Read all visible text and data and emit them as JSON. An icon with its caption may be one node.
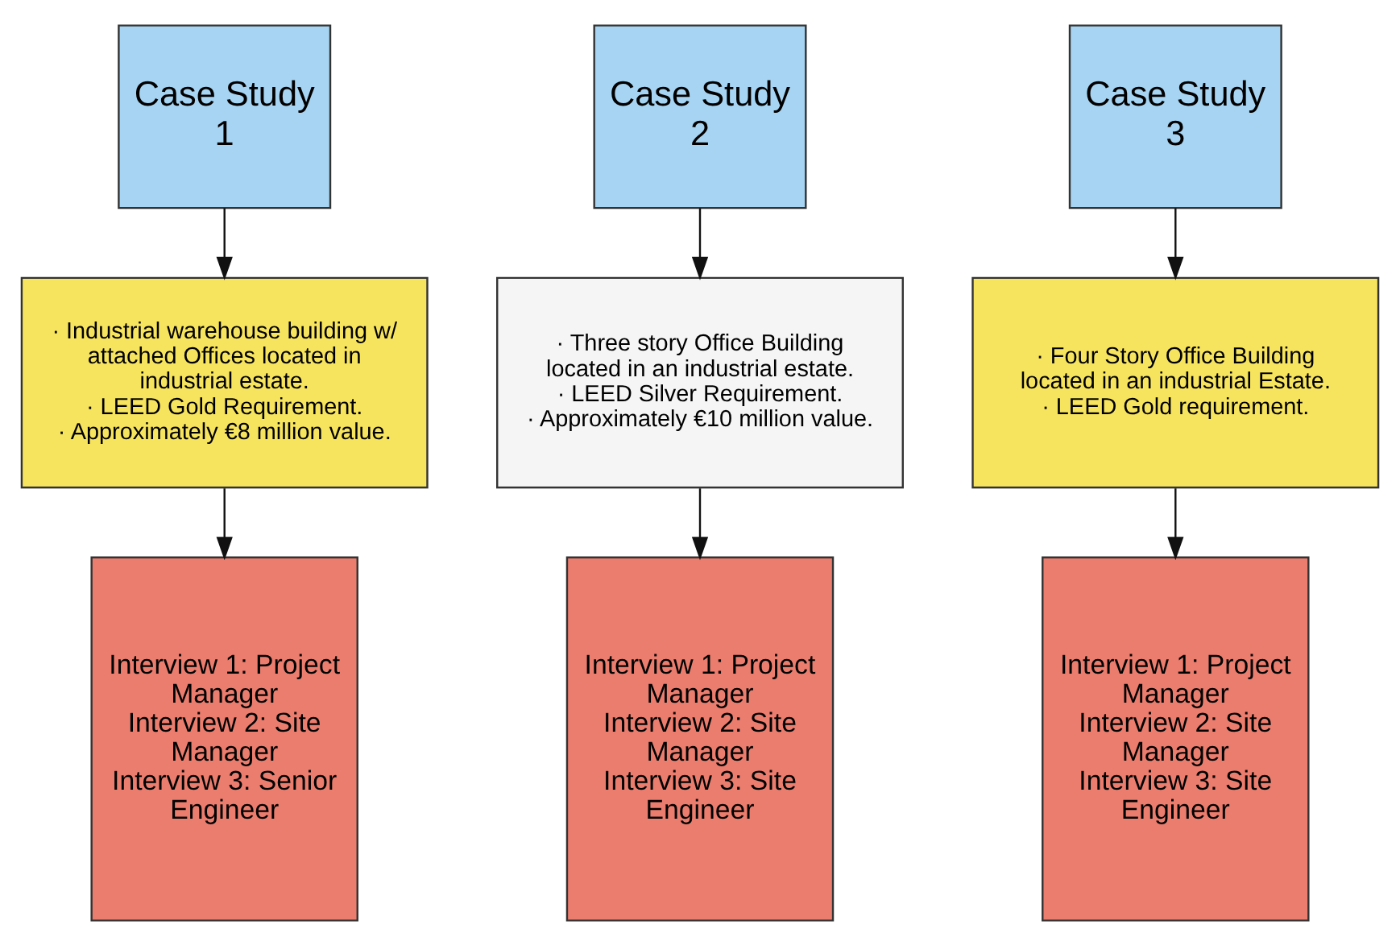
{
  "diagram": {
    "nodes": [
      {
        "text": [
          "Case Study 1"
        ]
      },
      {
        "text": [
          "Case Study 2"
        ]
      },
      {
        "text": [
          "Case Study 3"
        ]
      },
      {
        "text": [
          "· Industrial warehouse building w/ attached Offices located in industrial estate.",
          "· LEED Gold Requirement.",
          "· Approximately €8 million value."
        ]
      },
      {
        "text": [
          "· Three story Office Building located in an industrial estate.",
          "· LEED Silver Requirement.",
          "· Approximately €10 million value."
        ]
      },
      {
        "text": [
          "· Four Story Office Building located in an industrial Estate.",
          "· LEED Gold requirement."
        ]
      },
      {
        "text": [
          "Interview 1: Project Manager",
          "Interview 2: Site Manager",
          "Interview 3: Senior Engineer"
        ]
      },
      {
        "text": [
          "Interview 1: Project Manager",
          "Interview 2: Site Manager",
          "Interview 3: Site Engineer"
        ]
      },
      {
        "text": [
          "Interview 1: Project Manager",
          "Interview 2: Site Manager",
          "Interview 3: Site Engineer"
        ]
      }
    ],
    "edges": [
      {
        "from": 0,
        "to": 3,
        "arrow": "to"
      },
      {
        "from": 1,
        "to": 4,
        "arrow": "to"
      },
      {
        "from": 2,
        "to": 5,
        "arrow": "to"
      },
      {
        "from": 3,
        "to": 6,
        "arrow": "to"
      },
      {
        "from": 4,
        "to": 7,
        "arrow": "to"
      },
      {
        "from": 5,
        "to": 8,
        "arrow": "to"
      }
    ]
  }
}
